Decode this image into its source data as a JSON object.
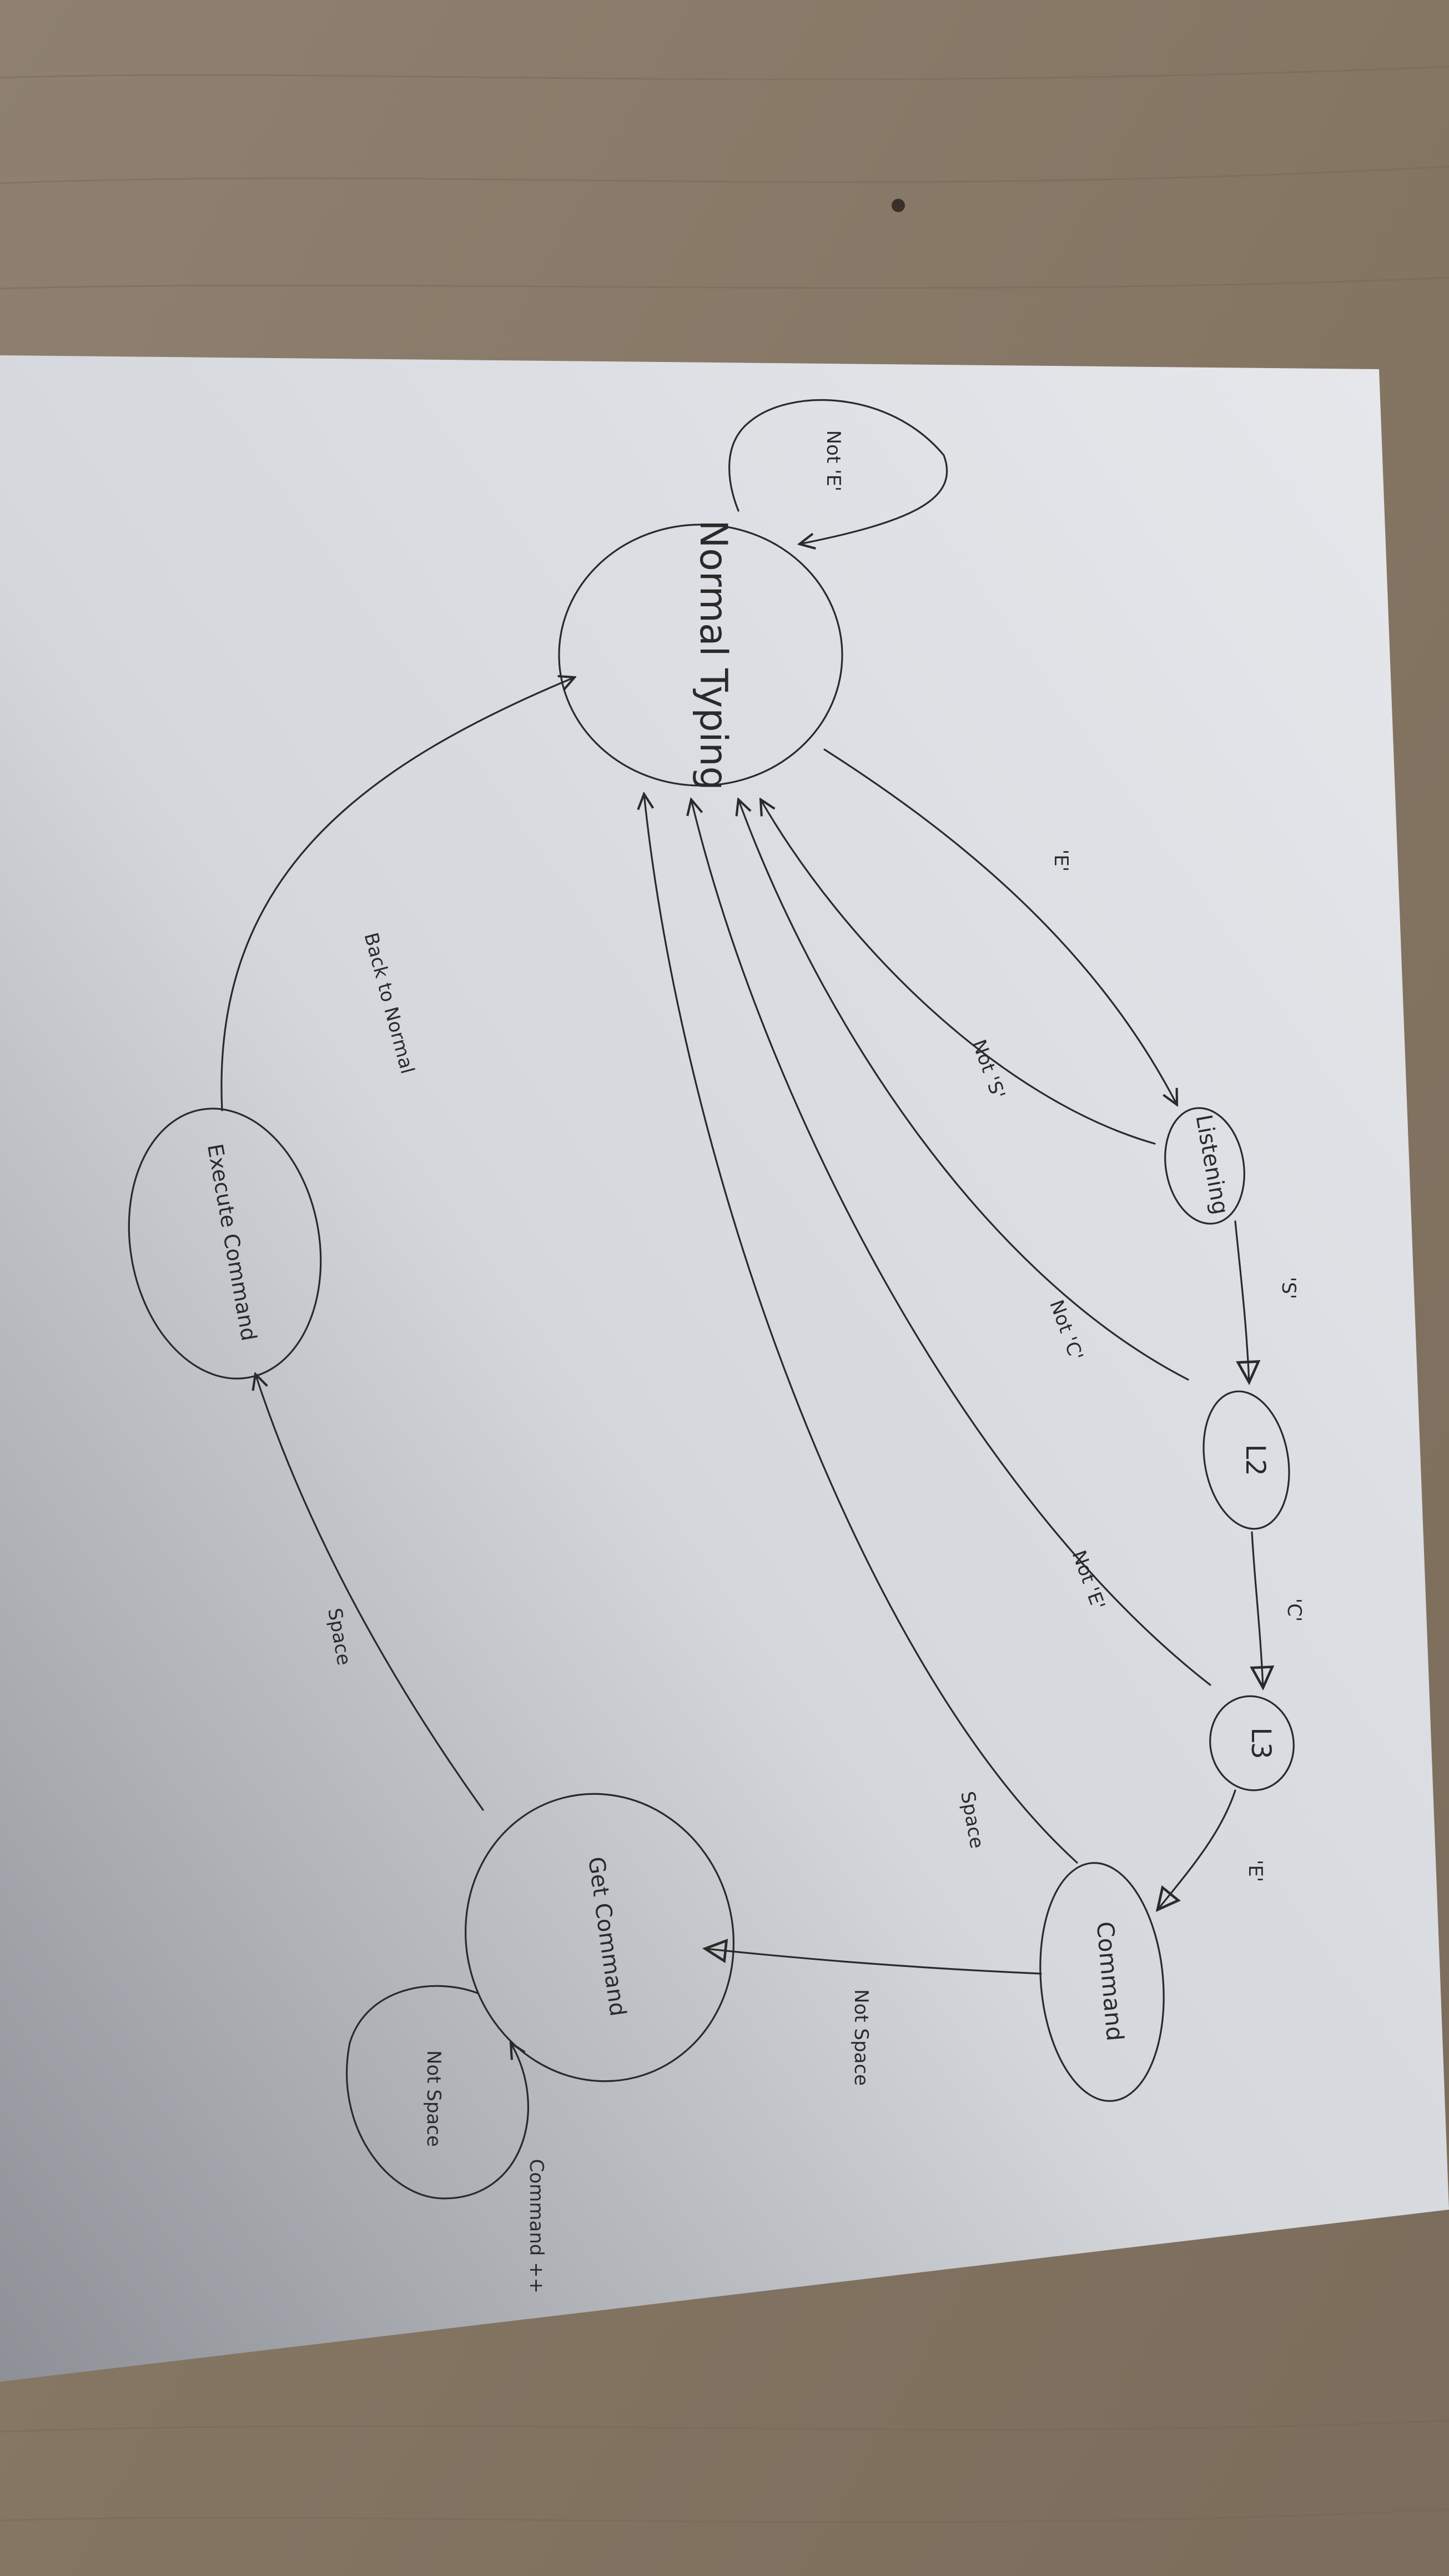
{
  "colors": {
    "table": "#8a7a68",
    "paper": "#dcdfe4",
    "ink": "#2a2a2a",
    "shadow": "#6f7177"
  },
  "states": {
    "normal": "Normal Typing",
    "listening": "Listening",
    "l2": "L2",
    "l3": "L3",
    "command": "Command",
    "get_command": "Get Command",
    "execute": "Execute Command"
  },
  "labels": {
    "self_loop_normal": "Not 'E'",
    "e_to_listening": "'E'",
    "listening_back": "Not 'S'",
    "s_to_l2": "'S'",
    "l2_back": "Not 'C'",
    "c_to_l3": "'C'",
    "l3_back": "Not 'E'",
    "e_to_command": "'E'",
    "command_back": "Space",
    "command_to_get": "Not Space",
    "self_loop_get": "Not Space",
    "self_loop_get_action": "Command ++",
    "get_to_execute": "Space",
    "execute_back": "Back to Normal"
  }
}
